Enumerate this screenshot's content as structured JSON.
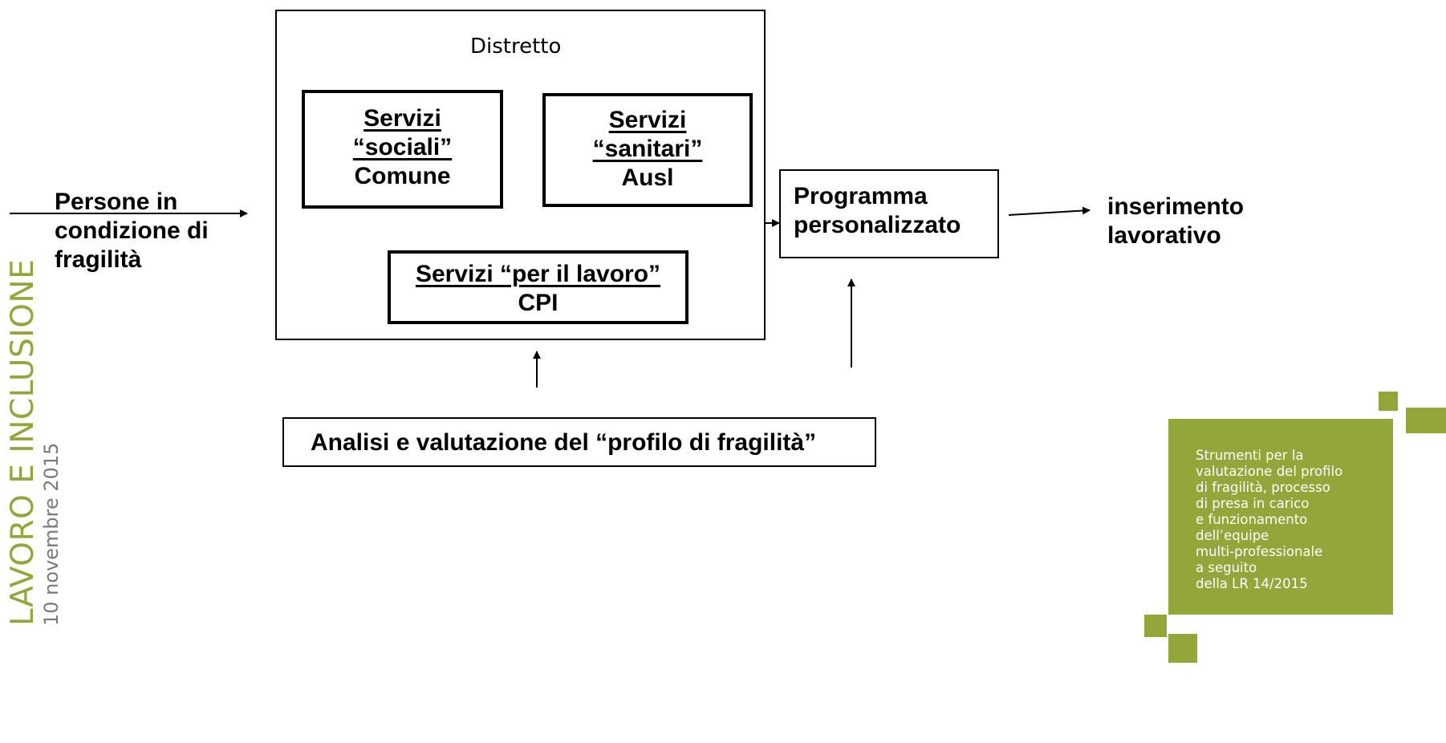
{
  "district": {
    "title": "Distretto",
    "social": {
      "line1": "Servizi",
      "line2": "“sociali”",
      "line3": "Comune"
    },
    "health": {
      "line1": "Servizi",
      "line2": "“sanitari”",
      "line3": "Ausl"
    },
    "work": {
      "line1": "Servizi “per il lavoro”",
      "line2": "CPI"
    }
  },
  "input_label": {
    "line1": "Persone in",
    "line2": "condizione di",
    "line3": "fragilità"
  },
  "program": {
    "line1": "Programma",
    "line2": "personalizzato"
  },
  "output_label": {
    "line1": "inserimento",
    "line2": "lavorativo"
  },
  "analysis": "Analisi e valutazione del “profilo di fragilità”",
  "branding": {
    "title": "LAVORO E INCLUSIONE",
    "date": "10 novembre 2015",
    "description": "Strumenti per la\nvalutazione del profilo\ndi fragilità, processo\ndi presa in carico\ne funzionamento\ndell’equipe\nmulti-professionale\na seguito\ndella LR 14/2015",
    "accent_color": "#93a63a"
  }
}
